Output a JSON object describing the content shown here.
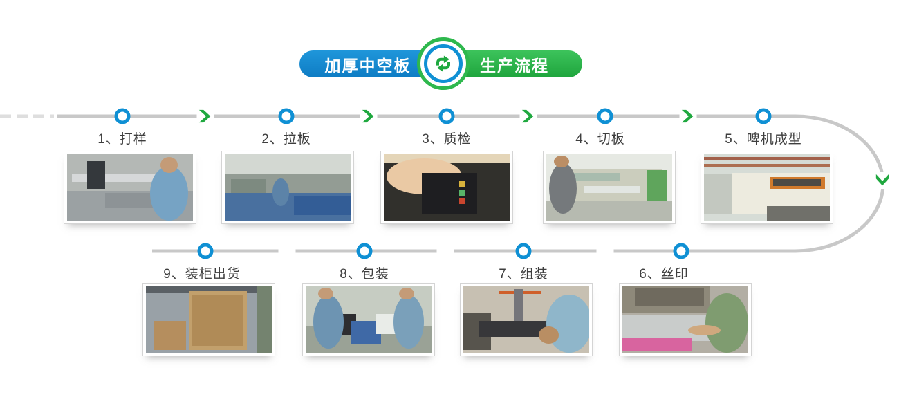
{
  "header": {
    "left_pill": "加厚中空板",
    "right_pill": "生产流程",
    "badge_icon": "recycle-arrows",
    "pill_blue_color": "#1287cd",
    "pill_green_color": "#2eb84d"
  },
  "flow": {
    "line_color": "#c8c8c8",
    "dash_color": "#dedede",
    "node_ring_color": "#0f90d4",
    "arrow_color": "#1fa83f"
  },
  "steps": [
    {
      "label": "1、打样",
      "photo": "cnc-sample-cutting-machine-with-worker",
      "bg": "#b4b8b5",
      "layers": [
        [
          0,
          55,
          100,
          45,
          "#9ba1a3",
          "r"
        ],
        [
          4,
          30,
          88,
          12,
          "#d6d8d9",
          "r"
        ],
        [
          16,
          10,
          14,
          42,
          "#34383c",
          "r"
        ],
        [
          30,
          58,
          42,
          22,
          "#8d9396",
          "r"
        ],
        [
          66,
          18,
          30,
          82,
          "#76a3c4",
          "e"
        ],
        [
          74,
          4,
          14,
          24,
          "#c49b77",
          "e"
        ]
      ]
    },
    {
      "label": "2、拉板",
      "photo": "factory-line-blue-hollow-boards",
      "bg": "#dde1dd",
      "layers": [
        [
          0,
          0,
          100,
          30,
          "#d3d8d2",
          "r"
        ],
        [
          0,
          30,
          100,
          28,
          "#939c94",
          "r"
        ],
        [
          5,
          38,
          28,
          32,
          "#7d8a80",
          "r"
        ],
        [
          0,
          58,
          100,
          42,
          "#49709f",
          "r"
        ],
        [
          55,
          62,
          45,
          30,
          "#335d96",
          "r"
        ],
        [
          38,
          36,
          13,
          42,
          "#5c83a8",
          "e"
        ]
      ]
    },
    {
      "label": "3、质检",
      "photo": "hand-testing-black-board-with-meter",
      "bg": "#31302c",
      "layers": [
        [
          0,
          0,
          100,
          14,
          "#e4d5b8",
          "r"
        ],
        [
          2,
          6,
          60,
          54,
          "#eac9a4",
          "e"
        ],
        [
          30,
          28,
          44,
          62,
          "#1e1e21",
          "r"
        ],
        [
          60,
          40,
          5,
          9,
          "#d8b23c",
          "r"
        ],
        [
          60,
          53,
          5,
          9,
          "#58b368",
          "r"
        ],
        [
          60,
          66,
          5,
          9,
          "#c9452e",
          "r"
        ]
      ]
    },
    {
      "label": "4、切板",
      "photo": "worker-operating-board-cutting-machine",
      "bg": "#e6e9e3",
      "layers": [
        [
          12,
          22,
          80,
          52,
          "#cbcdbd",
          "r"
        ],
        [
          18,
          28,
          40,
          12,
          "#a8bcae",
          "r"
        ],
        [
          30,
          48,
          45,
          10,
          "#e2e6e2",
          "r"
        ],
        [
          80,
          24,
          16,
          48,
          "#5fa55c",
          "r"
        ],
        [
          0,
          70,
          100,
          30,
          "#b6bab0",
          "r"
        ],
        [
          2,
          14,
          22,
          76,
          "#75797c",
          "e"
        ],
        [
          6,
          2,
          12,
          18,
          "#bb8e65",
          "e"
        ]
      ]
    },
    {
      "label": "5、啤机成型",
      "photo": "die-cutting-forming-machine",
      "bg": "#d6dcd6",
      "layers": [
        [
          0,
          4,
          100,
          5,
          "#a2604a",
          "r"
        ],
        [
          0,
          15,
          100,
          4,
          "#ad6f52",
          "r"
        ],
        [
          0,
          30,
          22,
          60,
          "#c3c8c0",
          "r"
        ],
        [
          22,
          28,
          78,
          62,
          "#edebdf",
          "r"
        ],
        [
          52,
          34,
          44,
          18,
          "#d07a2c",
          "r"
        ],
        [
          55,
          38,
          38,
          10,
          "#4c4a45",
          "r"
        ],
        [
          50,
          78,
          50,
          22,
          "#70706a",
          "r"
        ]
      ]
    },
    {
      "label": "6、丝印",
      "photo": "silk-screen-printing-station",
      "bg": "#b2aea4",
      "layers": [
        [
          0,
          0,
          70,
          40,
          "#8e897a",
          "r"
        ],
        [
          10,
          2,
          55,
          28,
          "#6f6a5e",
          "r"
        ],
        [
          0,
          44,
          72,
          38,
          "#c9cccb",
          "r"
        ],
        [
          0,
          78,
          55,
          20,
          "#d8649f",
          "r"
        ],
        [
          66,
          10,
          34,
          90,
          "#7f9c70",
          "e"
        ],
        [
          52,
          58,
          26,
          16,
          "#cfa87e",
          "e"
        ]
      ]
    },
    {
      "label": "7、组装",
      "photo": "assembly-tool-closeup-with-worker",
      "bg": "#c7c0b2",
      "layers": [
        [
          0,
          40,
          22,
          56,
          "#57544d",
          "r"
        ],
        [
          28,
          6,
          34,
          5,
          "#cf5f2a",
          "r"
        ],
        [
          40,
          4,
          8,
          52,
          "#75757a",
          "r"
        ],
        [
          12,
          52,
          60,
          24,
          "#37373a",
          "r"
        ],
        [
          66,
          12,
          36,
          88,
          "#8fb6ca",
          "e"
        ],
        [
          60,
          60,
          16,
          26,
          "#b98e63",
          "e"
        ]
      ]
    },
    {
      "label": "8、包装",
      "photo": "workers-packing-board-stacks",
      "bg": "#c6ccc2",
      "layers": [
        [
          0,
          60,
          100,
          40,
          "#9aa296",
          "r"
        ],
        [
          20,
          42,
          20,
          32,
          "#2d2d30",
          "r"
        ],
        [
          36,
          52,
          24,
          34,
          "#3f69a6",
          "r"
        ],
        [
          56,
          42,
          20,
          30,
          "#e9ece8",
          "r"
        ],
        [
          6,
          14,
          24,
          80,
          "#6d94b2",
          "e"
        ],
        [
          10,
          2,
          12,
          18,
          "#c49b77",
          "e"
        ],
        [
          70,
          14,
          24,
          80,
          "#7aa0ba",
          "e"
        ],
        [
          74,
          2,
          12,
          18,
          "#c49b77",
          "e"
        ]
      ]
    },
    {
      "label": "9、装柜出货",
      "photo": "container-loaded-with-cartons",
      "bg": "#99a1a7",
      "layers": [
        [
          0,
          0,
          100,
          10,
          "#5a6065",
          "r"
        ],
        [
          34,
          6,
          46,
          90,
          "#c2a06c",
          "r"
        ],
        [
          37,
          14,
          40,
          76,
          "#b08b57",
          "r"
        ],
        [
          6,
          52,
          26,
          44,
          "#b58e5e",
          "r"
        ],
        [
          88,
          0,
          12,
          100,
          "#74836f",
          "r"
        ]
      ]
    }
  ]
}
